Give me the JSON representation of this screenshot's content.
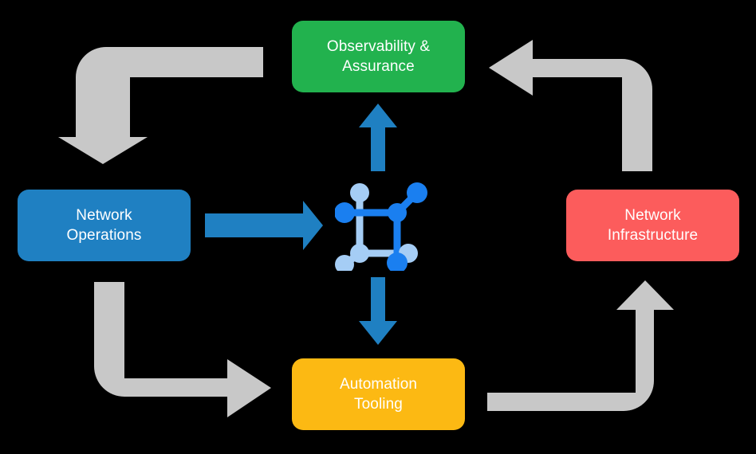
{
  "diagram": {
    "type": "cycle-flow",
    "background_color": "#000000",
    "nodes": [
      {
        "id": "observability",
        "label": "Observability &\nAssurance",
        "color": "#22b24e",
        "position": "top"
      },
      {
        "id": "operations",
        "label": "Network\nOperations",
        "color": "#1f80c2",
        "position": "left"
      },
      {
        "id": "infrastructure",
        "label": "Network\nInfrastructure",
        "color": "#fc5c5c",
        "position": "right"
      },
      {
        "id": "automation",
        "label": "Automation\nTooling",
        "color": "#fcb913",
        "position": "bottom"
      }
    ],
    "center": {
      "id": "network-topology",
      "icon": "network-topology-icon",
      "color_primary": "#1a7ff0",
      "color_secondary": "#a5cdf5"
    },
    "arrows": {
      "accent_color": "#1f80c2",
      "connector_color": "#c8c8c8",
      "direct": [
        {
          "id": "operations-to-center",
          "from": "operations",
          "to": "network-topology",
          "direction": "right",
          "color": "#1f80c2"
        },
        {
          "id": "center-to-observability",
          "from": "network-topology",
          "to": "observability",
          "direction": "up",
          "color": "#1f80c2"
        },
        {
          "id": "center-to-automation",
          "from": "network-topology",
          "to": "automation",
          "direction": "down",
          "color": "#1f80c2"
        }
      ],
      "elbow": [
        {
          "id": "observability-to-operations",
          "from": "observability",
          "to": "operations",
          "corner": "top-left",
          "color": "#c8c8c8"
        },
        {
          "id": "infrastructure-to-observability",
          "from": "infrastructure",
          "to": "observability",
          "corner": "top-right",
          "color": "#c8c8c8"
        },
        {
          "id": "operations-to-automation",
          "from": "operations",
          "to": "automation",
          "corner": "bottom-left",
          "color": "#c8c8c8"
        },
        {
          "id": "automation-to-infrastructure",
          "from": "automation",
          "to": "infrastructure",
          "corner": "bottom-right",
          "color": "#c8c8c8"
        }
      ]
    }
  }
}
